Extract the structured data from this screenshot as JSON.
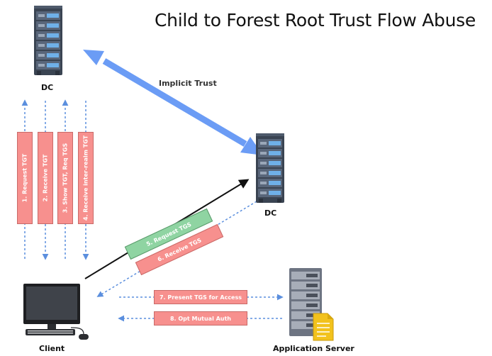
{
  "title": "Child to Forest Root Trust Flow Abuse",
  "nodes": {
    "dc_root": "DC",
    "dc_child": "DC",
    "client": "Client",
    "app_server": "Application Server"
  },
  "trust_label": "Implicit Trust",
  "steps": [
    "1. Request TGT",
    "2. Receive TGT",
    "3. Show TGT, Req TGS",
    "4. Receive inter-realm TGT",
    "5. Request TGS",
    "6. Receive TGS",
    "7. Present TGS for Access",
    "8. Opt Mutual Auth"
  ],
  "colors": {
    "trust_arrow": "#6b9cf5",
    "dashed_arrow": "#5b8fde",
    "step_red": "#f7908e",
    "step_green": "#8fd4a2",
    "server_body": "#3a4452",
    "server_drive": "#6fb0e8",
    "document": "#f2c21d"
  },
  "icons": [
    "server-rack-icon",
    "desktop-computer-icon",
    "document-icon"
  ]
}
